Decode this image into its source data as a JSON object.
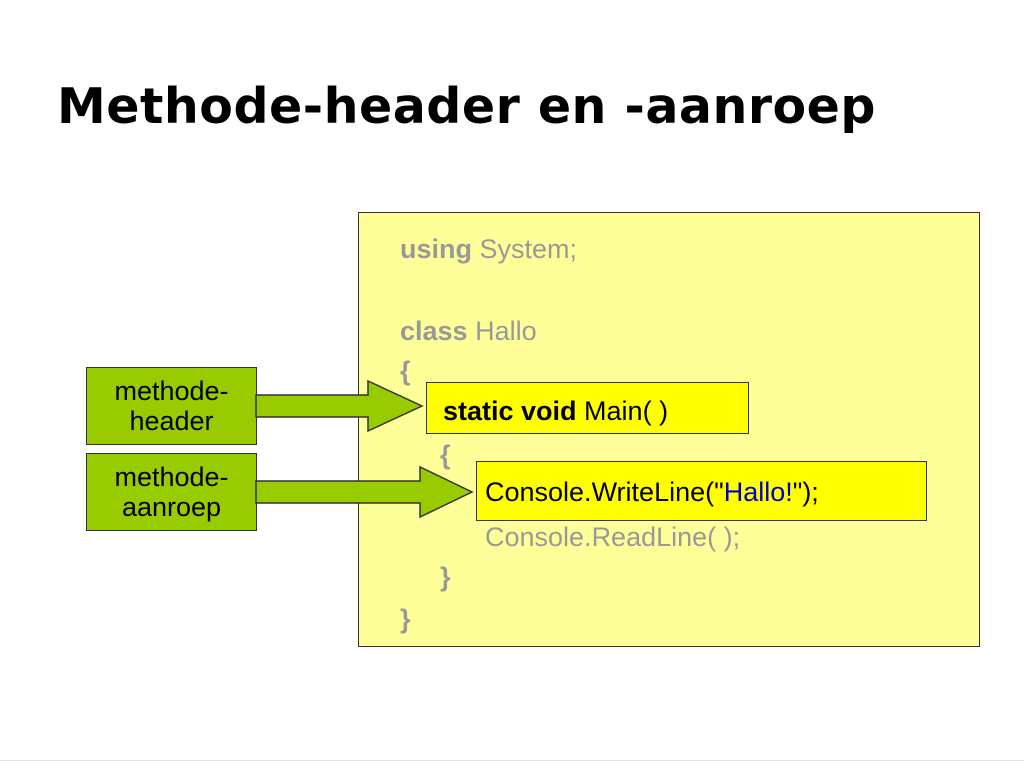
{
  "title": "Methode-header en -aanroep",
  "code": {
    "line_using_kw": "using",
    "line_using_rest": " System;",
    "line_class_kw": "class",
    "line_class_rest": " Hallo",
    "open_brace_outer": "{",
    "main_kw": "static void",
    "main_rest": " Main( )",
    "open_brace_inner": "{",
    "writeline_pre": "Console.WriteLine(\"",
    "writeline_str": "Hallo!",
    "writeline_post": "\");",
    "readline": "Console.ReadLine( );",
    "close_brace_inner": "}",
    "close_brace_outer": "}"
  },
  "labels": {
    "header_line1": "methode-",
    "header_line2": "header",
    "call_line1": "methode-",
    "call_line2": "aanroep"
  },
  "colors": {
    "code_background": "#ffff99",
    "highlight": "#ffff00",
    "label_fill": "#99cc00",
    "arrow_fill": "#99cc00",
    "dimmed_text": "#999999",
    "string_literal": "#0000cc"
  }
}
